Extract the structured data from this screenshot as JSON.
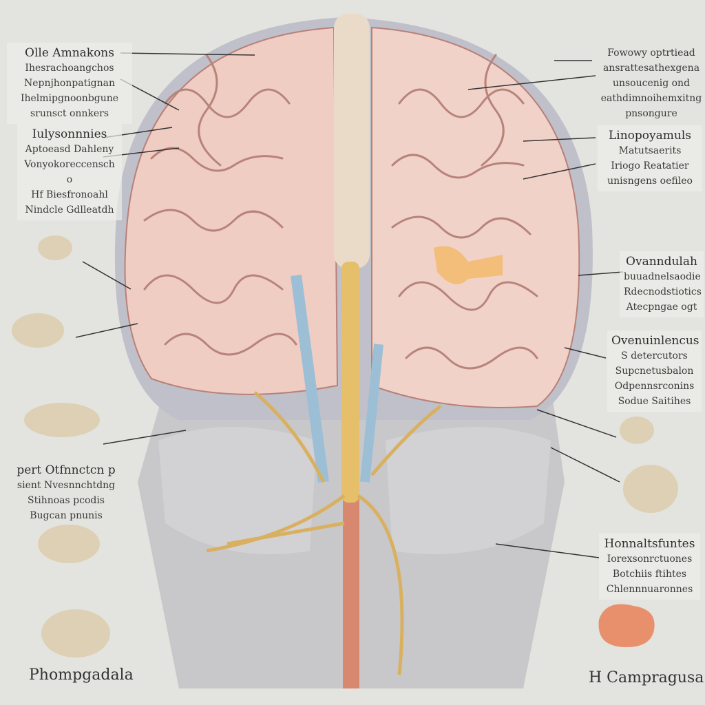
{
  "labels": {
    "left_top": [
      "Olle Amnakons",
      "Ihesrachoangchos",
      "Nepnjhonpatignan",
      "Ihelmipgnoonbgune",
      "srunsct onnkers"
    ],
    "left_mid": [
      "Iulysonnnies",
      "Aptoeasd Dahleny",
      "Vonyokoreccensch o",
      "Hf Biesfronoahl",
      "Nindcle Gdlleatdh"
    ],
    "left_low": [
      "pert Otfnnctcn p",
      "sient Nvesnnchtdng",
      "Stihnoas pcodis",
      "Bugcan pnunis"
    ],
    "right_top": [
      "Fowowy optrtiead",
      "ansrattesathexgena",
      "unsoucenig ond",
      "eathdimnoihemxitng",
      "pnsongure"
    ],
    "right_2": [
      "Linopoyamuls",
      "Matutsaerits",
      "Iriogo Reatatier",
      "unisngens oefileo"
    ],
    "right_3": [
      "Ovanndulah",
      "buuadnelsaodie",
      "Rdecnodstiotics",
      "Atecpngae ogt"
    ],
    "right_4": [
      "Ovenuinlencus",
      "S detercutors",
      "Supcnetusbalon",
      "Odpennsrconins",
      "Sodue Saitihes"
    ],
    "right_5": [
      "Honnaltsfuntes",
      "Iorexsonrctuones",
      "Botchiis ftihtes",
      "Chlennnuaronnes"
    ]
  },
  "captions": {
    "bottom_left": "Phompgadala",
    "bottom_right": "H Campragusa"
  },
  "colors": {
    "background": "#e3e3df",
    "cortex": "#f0cfc6",
    "shell": "#bfc0c8",
    "brainstem": "#c9c9c9",
    "nerve": "#e6bf6a",
    "vessel_blue": "#9cbfd6",
    "vessel_red": "#d98870"
  }
}
